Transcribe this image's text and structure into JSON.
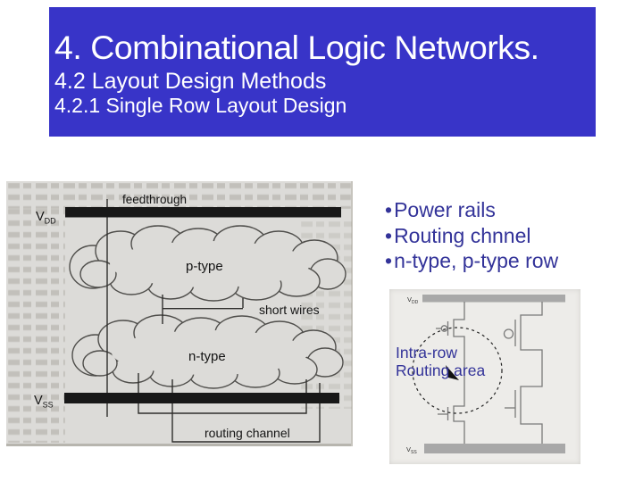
{
  "slide": {
    "banner_color": "#3834c8",
    "title": "4. Combinational Logic Networks.",
    "subtitle1": "4.2 Layout Design Methods",
    "subtitle2": "4.2.1 Single Row Layout Design"
  },
  "bullets": {
    "color": "#333399",
    "dot": "•",
    "items": [
      {
        "label": "Power rails"
      },
      {
        "label": "Routing chnnel"
      },
      {
        "label": "n-type, p-type row"
      }
    ]
  },
  "layout_diagram": {
    "labels": {
      "feedthrough": "feedthrough",
      "vdd": "V",
      "vdd_sub": "DD",
      "p_type": "p-type",
      "short_wires": "short wires",
      "n_type": "n-type",
      "vss": "V",
      "vss_sub": "SS",
      "routing_channel": "routing channel"
    }
  },
  "circuit_diagram": {
    "labels": {
      "vdd": "V",
      "vdd_sub": "DD",
      "vss": "V",
      "vss_sub": "SS"
    },
    "annotation_line1": "Intra-row",
    "annotation_line2": "Routing area",
    "annotation_color": "#333399"
  }
}
